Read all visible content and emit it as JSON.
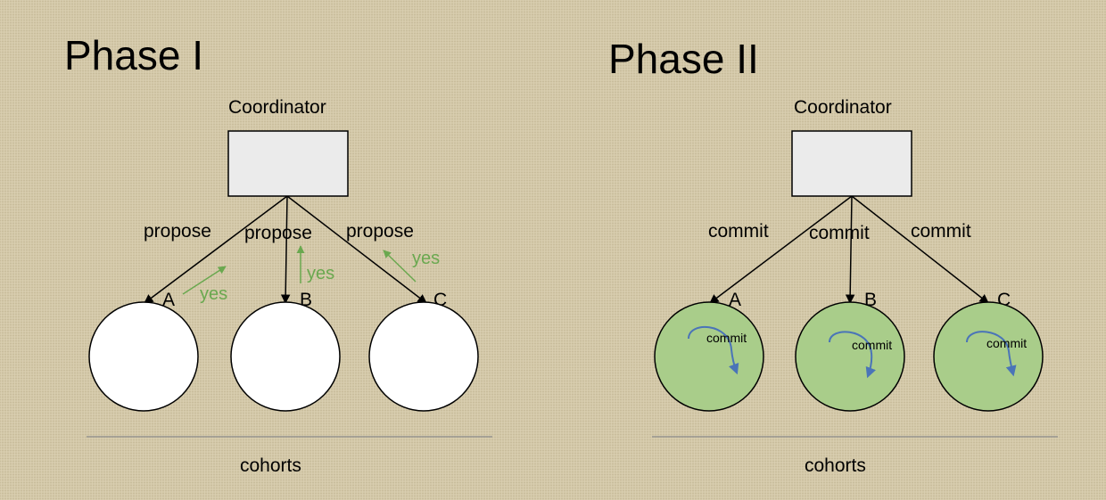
{
  "colors": {
    "background": "#d3c8a8",
    "coordinator_fill": "#ebebeb",
    "cohort_fill_phase1": "#ffffff",
    "cohort_fill_phase2": "#a9cd8a",
    "reply_arrow": "#6aa84f",
    "commit_curl": "#4a74b8"
  },
  "phase1": {
    "title": "Phase I",
    "coordinator_label": "Coordinator",
    "messages": [
      "propose",
      "propose",
      "propose"
    ],
    "replies": [
      "yes",
      "yes",
      "yes"
    ],
    "cohorts": [
      "A",
      "B",
      "C"
    ],
    "footer_label": "cohorts"
  },
  "phase2": {
    "title": "Phase II",
    "coordinator_label": "Coordinator",
    "messages": [
      "commit",
      "commit",
      "commit"
    ],
    "cohorts": [
      "A",
      "B",
      "C"
    ],
    "cohort_action": "commit",
    "footer_label": "cohorts"
  }
}
